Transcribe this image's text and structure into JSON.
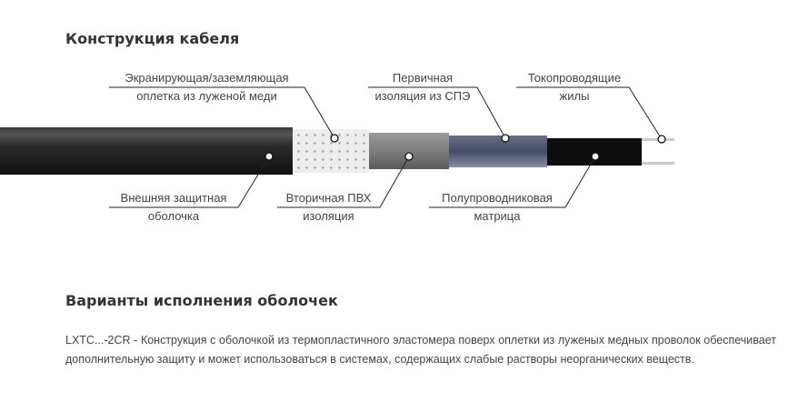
{
  "section1": {
    "title": "Конструкция кабеля"
  },
  "labels": {
    "braid": [
      "Экранирующая/заземляющая",
      "оплетка из луженой меди"
    ],
    "primary": [
      "Первичная",
      "изоляция из СПЭ"
    ],
    "conductors": [
      "Токопроводящие",
      "жилы"
    ],
    "outer": [
      "Внешняя защитная",
      "оболочка"
    ],
    "secondary": [
      "Вторичная ПВХ",
      "изоляция"
    ],
    "matrix": [
      "Полупроводниковая",
      "матрица"
    ]
  },
  "section2": {
    "title": "Варианты исполнения оболочек",
    "text": "LXTC...-2CR - Конструкция  с оболочкой из термопластичного эластомера поверх оплетки из луженых медных проволок обеспечивает дополнительную защиту и может использоваться в системах, содержащих слабые растворы неорганических веществ."
  }
}
